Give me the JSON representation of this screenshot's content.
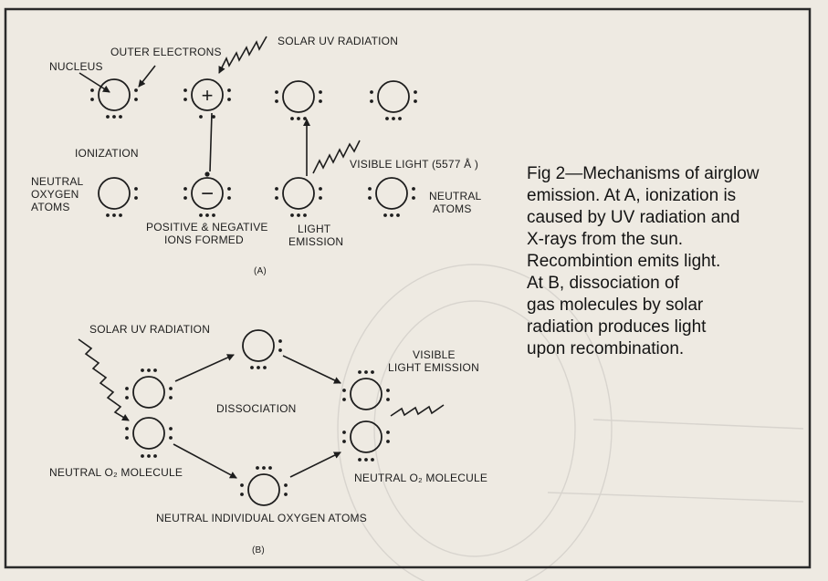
{
  "caption": {
    "lines": [
      "Fig 2—Mechanisms of airglow",
      "emission. At A, ionization is",
      "caused by UV radiation and",
      "X-rays from the sun.",
      "Recombintion emits light.",
      "At B, dissociation of",
      "gas molecules by solar",
      "radiation produces light",
      "upon recombination."
    ]
  },
  "panel_a": {
    "panel_label": "(A)",
    "outer_electrons": "OUTER ELECTRONS",
    "nucleus": "NUCLEUS",
    "solar_uv": "SOLAR UV RADIATION",
    "ionization": "IONIZATION",
    "neutral_oxygen_atoms_left": [
      "NEUTRAL",
      "OXYGEN",
      "ATOMS"
    ],
    "positive_negative": [
      "POSITIVE & NEGATIVE",
      "IONS FORMED"
    ],
    "light_emission": [
      "LIGHT",
      "EMISSION"
    ],
    "visible_light": "VISIBLE LIGHT (5577 Å )",
    "neutral_atoms_right": [
      "NEUTRAL",
      "ATOMS"
    ],
    "plus_sign": "+",
    "minus_sign": "−"
  },
  "panel_b": {
    "panel_label": "(B)",
    "solar_uv": "SOLAR UV RADIATION",
    "dissociation": "DISSOCIATION",
    "visible_light_emission": [
      "VISIBLE",
      "LIGHT EMISSION"
    ],
    "neutral_o2_left": "NEUTRAL O₂ MOLECULE",
    "neutral_o2_right": "NEUTRAL O₂ MOLECULE",
    "neutral_individual": "NEUTRAL INDIVIDUAL OXYGEN ATOMS"
  }
}
